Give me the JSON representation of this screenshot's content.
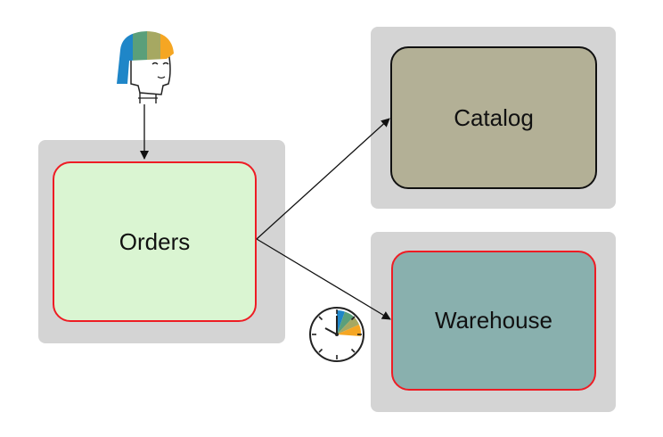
{
  "services": {
    "orders": {
      "label": "Orders",
      "fill": "#daf5d2",
      "border": "#ee1c24"
    },
    "catalog": {
      "label": "Catalog",
      "fill": "#b3b096",
      "border": "#111111"
    },
    "warehouse": {
      "label": "Warehouse",
      "fill": "#89b0ae",
      "border": "#ee1c24"
    }
  },
  "icons": {
    "user": "user-icon",
    "clock": "clock-icon"
  },
  "colors": {
    "zone": "#d4d4d4",
    "arrow": "#111111",
    "user_palette": [
      "#1f86c8",
      "#5a9f7a",
      "#a6a862",
      "#f5a623"
    ]
  }
}
